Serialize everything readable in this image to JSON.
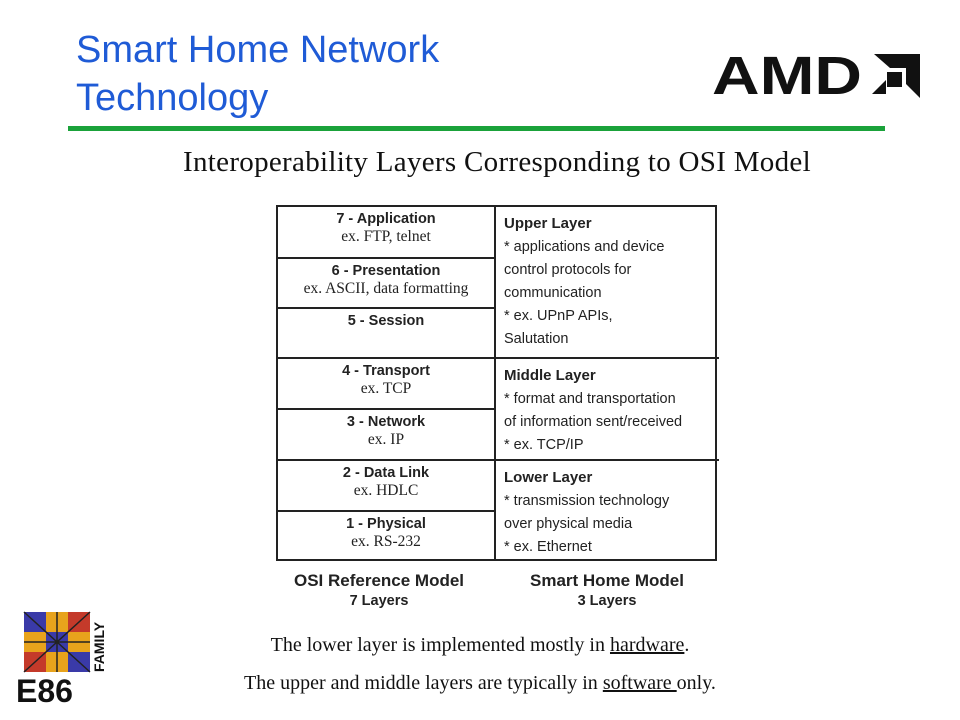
{
  "title": {
    "line1": "Smart Home Network",
    "line2": "Technology"
  },
  "logo": {
    "text": "AMD"
  },
  "subtitle": "Interoperability Layers Corresponding to OSI Model",
  "osi_layers": [
    {
      "name": "7 - Application",
      "example": "ex. FTP, telnet"
    },
    {
      "name": "6 - Presentation",
      "example": "ex. ASCII, data formatting"
    },
    {
      "name": "5 - Session",
      "example": ""
    },
    {
      "name": "4 - Transport",
      "example": "ex. TCP"
    },
    {
      "name": "3 - Network",
      "example": "ex. IP"
    },
    {
      "name": "2 - Data Link",
      "example": "ex. HDLC"
    },
    {
      "name": "1 - Physical",
      "example": "ex. RS-232"
    }
  ],
  "smart_home_layers": [
    {
      "name": "Upper Layer",
      "lines": [
        "* applications and device",
        "control protocols for",
        "communication",
        "* ex.  UPnP APIs,",
        "Salutation"
      ]
    },
    {
      "name": "Middle Layer",
      "lines": [
        "* format and transportation",
        "of information sent/received",
        "* ex. TCP/IP"
      ]
    },
    {
      "name": "Lower Layer",
      "lines": [
        "* transmission technology",
        "over physical media",
        "* ex. Ethernet"
      ]
    }
  ],
  "captions": {
    "osi": {
      "title": "OSI Reference Model",
      "count": "7 Layers"
    },
    "smart_home": {
      "title": "Smart Home Model",
      "count": "3 Layers"
    }
  },
  "notes": {
    "line1_prefix": "The lower layer is implemented mostly in ",
    "line1_underlined": "hardware",
    "line1_suffix": ".",
    "line2_prefix": "The upper and middle layers are typically in ",
    "line2_underlined": "software ",
    "line2_suffix": "only."
  },
  "bottom_logo": {
    "text": "E86",
    "vertical_text": "FAMILY"
  },
  "colors": {
    "title": "#1f5bd6",
    "rule": "#1aa23a",
    "logo": "#111111"
  }
}
